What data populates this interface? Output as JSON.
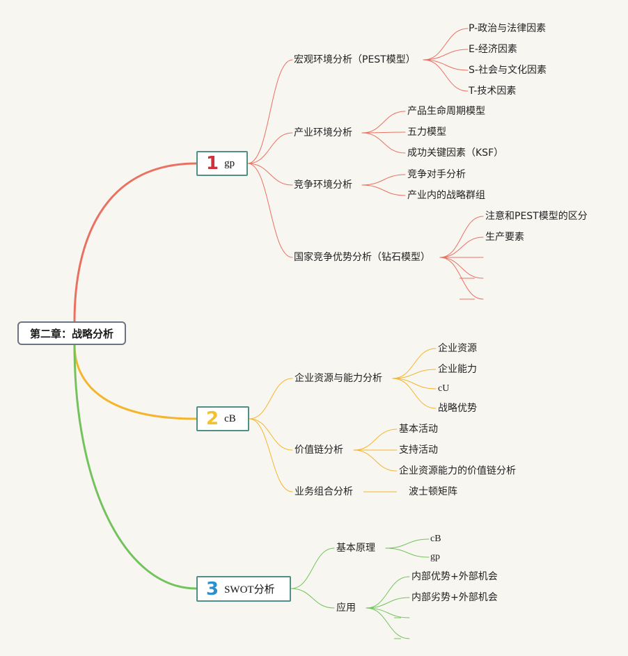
{
  "root": {
    "label": "第二章：战略分析"
  },
  "branches": [
    {
      "number": "1",
      "label": "gp",
      "number_color": "#d0303a",
      "line_color": "#ea7062",
      "children": [
        {
          "label": "宏观环境分析（PEST模型）",
          "children": [
            "P-政治与法律因素",
            "E-经济因素",
            "S-社会与文化因素",
            "T-技术因素"
          ]
        },
        {
          "label": "产业环境分析",
          "children": [
            "产品生命周期模型",
            "五力模型",
            "成功关键因素（KSF）"
          ]
        },
        {
          "label": "竞争环境分析",
          "children": [
            "竞争对手分析",
            "产业内的战略群组"
          ]
        },
        {
          "label": "国家竞争优势分析（钻石模型）",
          "children": [
            "注意和PEST模型的区分",
            "生产要素",
            "",
            "",
            ""
          ]
        }
      ]
    },
    {
      "number": "2",
      "label": "cB",
      "number_color": "#f2c12e",
      "line_color": "#f4b52c",
      "children": [
        {
          "label": "企业资源与能力分析",
          "children": [
            "企业资源",
            "企业能力",
            "cU",
            "战略优势"
          ]
        },
        {
          "label": "价值链分析",
          "children": [
            "基本活动",
            "支持活动",
            "企业资源能力的价值链分析"
          ]
        },
        {
          "label": "业务组合分析",
          "children": [
            "波士顿矩阵"
          ]
        }
      ]
    },
    {
      "number": "3",
      "label": "SWOT分析",
      "number_color": "#2d8fd0",
      "line_color": "#74c25e",
      "children": [
        {
          "label": "基本原理",
          "children": [
            "cB",
            "gp"
          ]
        },
        {
          "label": "应用",
          "children": [
            "内部优势+外部机会",
            "内部劣势+外部机会",
            "",
            ""
          ]
        }
      ]
    }
  ]
}
